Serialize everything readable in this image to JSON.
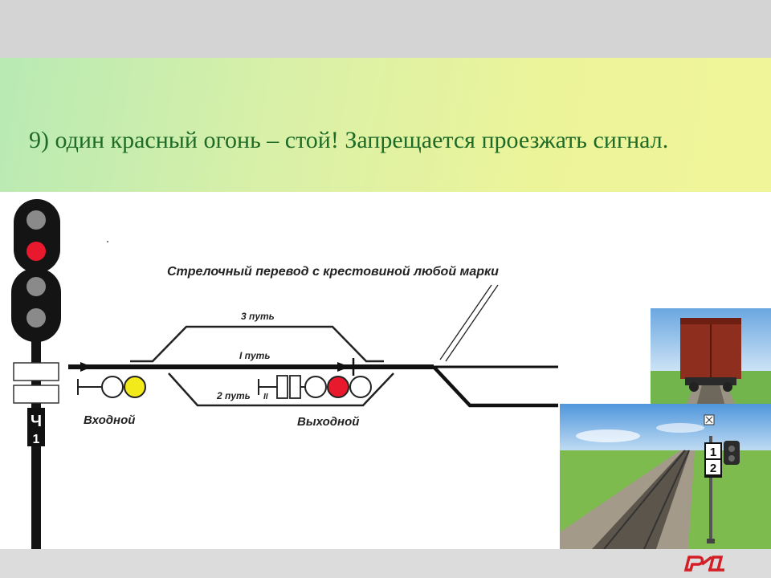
{
  "slide": {
    "title": "9) один красный огонь – стой! Запрещается проезжать сигнал."
  },
  "signal": {
    "plate_letter": "Ч",
    "plate_number": "1",
    "lamps": [
      "grey",
      "red",
      "grey",
      "grey"
    ]
  },
  "diagram": {
    "heading": "Стрелочный перевод с крестовиной любой марки",
    "track_3": "3 путь",
    "track_1": "I путь",
    "track_2": "2 путь",
    "track_2_marker": "II",
    "entry_signal": "Входной",
    "exit_signal": "Выходной"
  },
  "photo": {
    "sign_number_top": "1",
    "sign_number_bottom": "2"
  },
  "colors": {
    "signal_red": "#e8192c",
    "signal_yellow": "#f2ea1a",
    "lamp_off": "#8a8a8a",
    "title_green": "#1e6b28",
    "logo_red": "#d31f26"
  }
}
